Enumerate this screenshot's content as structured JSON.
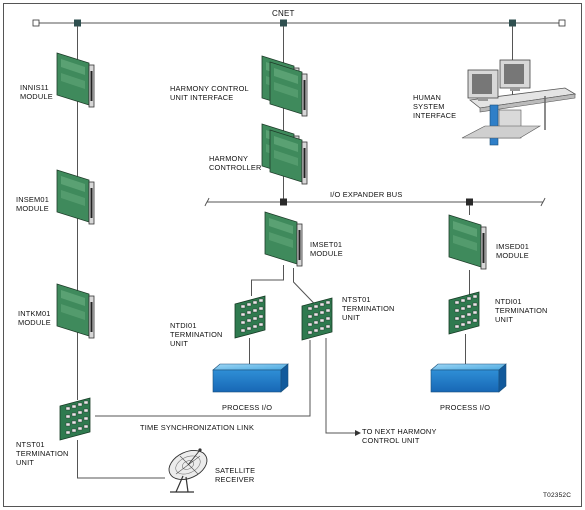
{
  "bus": {
    "cnet_label": "CNET",
    "io_expander_label": "I/O EXPANDER BUS",
    "time_sync_label": "TIME SYNCHRONIZATION LINK"
  },
  "modules": {
    "innis11": [
      "INNIS11",
      "MODULE"
    ],
    "insem01": [
      "INSEM01",
      "MODULE"
    ],
    "intkm01": [
      "INTKM01",
      "MODULE"
    ],
    "ntst01_left": [
      "NTST01",
      "TERMINATION",
      "UNIT"
    ],
    "hcu_interface": [
      "HARMONY CONTROL",
      "UNIT INTERFACE"
    ],
    "harmony_controller": [
      "HARMONY",
      "CONTROLLER"
    ],
    "human_system_interface": [
      "HUMAN",
      "SYSTEM",
      "INTERFACE"
    ],
    "imset01": [
      "IMSET01",
      "MODULE"
    ],
    "ntdi01_mid": [
      "NTDI01",
      "TERMINATION",
      "UNIT"
    ],
    "ntst01_mid": [
      "NTST01",
      "TERMINATION",
      "UNIT"
    ],
    "imsed01": [
      "IMSED01",
      "MODULE"
    ],
    "ntdi01_right": [
      "NTDI01",
      "TERMINATION",
      "UNIT"
    ]
  },
  "process_io": {
    "left": "PROCESS I/O",
    "right": "PROCESS I/O"
  },
  "next_hcu": [
    "TO NEXT HARMONY",
    "CONTROL UNIT"
  ],
  "satellite": [
    "SATELLITE",
    "RECEIVER"
  ],
  "figure_code": "T02352C"
}
